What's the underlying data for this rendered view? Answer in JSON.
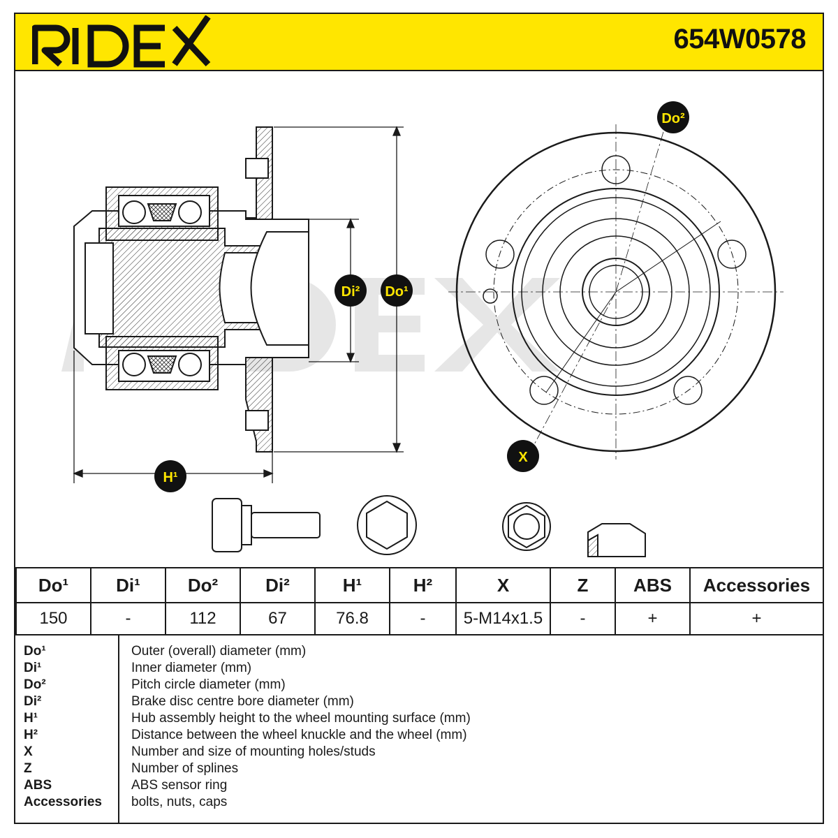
{
  "header": {
    "brand": "RIDEX",
    "part_number": "654W0578",
    "background_color": "#ffe600"
  },
  "drawing": {
    "watermark": "RIDEX",
    "callouts": {
      "di2": "Di²",
      "do1": "Do¹",
      "do2": "Do²",
      "h1": "H¹",
      "x": "X"
    }
  },
  "specs": {
    "headers": [
      "Do¹",
      "Di¹",
      "Do²",
      "Di²",
      "H¹",
      "H²",
      "X",
      "Z",
      "ABS",
      "Accessories"
    ],
    "values": [
      "150",
      "-",
      "112",
      "67",
      "76.8",
      "-",
      "5-M14x1.5",
      "-",
      "+",
      "+"
    ]
  },
  "legend": [
    {
      "key": "Do¹",
      "desc": "Outer (overall) diameter (mm)"
    },
    {
      "key": "Di¹",
      "desc": "Inner diameter (mm)"
    },
    {
      "key": "Do²",
      "desc": "Pitch circle diameter (mm)"
    },
    {
      "key": "Di²",
      "desc": "Brake disc centre bore diameter (mm)"
    },
    {
      "key": "H¹",
      "desc": "Hub assembly height to the wheel mounting surface (mm)"
    },
    {
      "key": "H²",
      "desc": "Distance between the wheel knuckle and the wheel (mm)"
    },
    {
      "key": "X",
      "desc": "Number and size of mounting holes/studs"
    },
    {
      "key": "Z",
      "desc": "Number of splines"
    },
    {
      "key": "ABS",
      "desc": "ABS sensor ring"
    },
    {
      "key": "Accessories",
      "desc": "bolts, nuts, caps"
    }
  ]
}
